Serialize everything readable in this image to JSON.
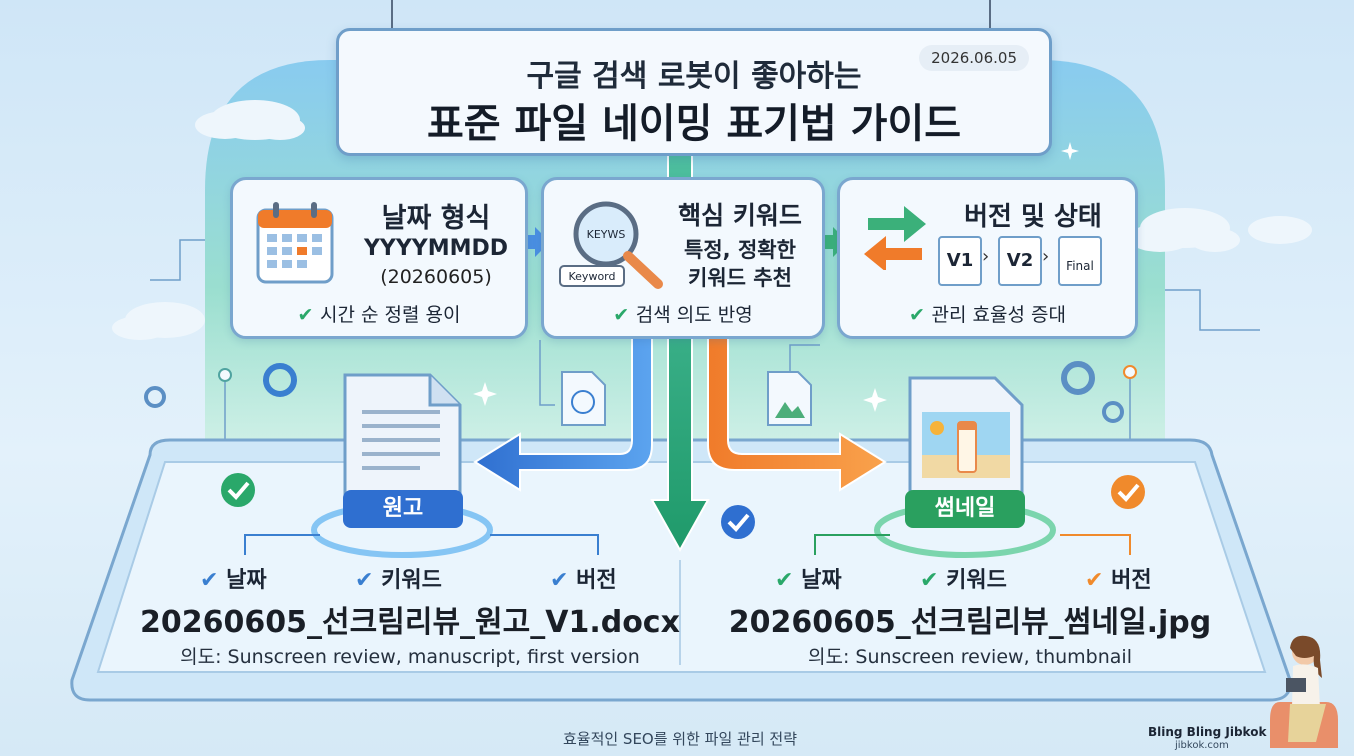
{
  "header": {
    "title_line1": "구글 검색 로봇이 좋아하는",
    "title_line2": "표준 파일 네이밍 표기법 가이드",
    "date": "2026.06.05"
  },
  "cards": [
    {
      "title": "날짜 형식",
      "line1": "YYYYMMDD",
      "line2": "(20260605)",
      "check": "시간 순 정렬 용이"
    },
    {
      "title": "핵심 키워드",
      "line1": "특정, 정확한",
      "line2": "키워드 추천",
      "check": "검색 의도 반영",
      "lens_text": "KEYWS",
      "tag_text": "Keyword"
    },
    {
      "title": "버전 및 상태",
      "v1": "V1",
      "v2": "V2",
      "final": "Final",
      "check": "관리 효율성 증대"
    }
  ],
  "left": {
    "label": "원고",
    "checks": [
      "날짜",
      "키워드",
      "버전"
    ],
    "filename": "20260605_선크림리뷰_원고_V1.docx",
    "intent": "의도: Sunscreen review, manuscript, first version"
  },
  "right": {
    "label": "썸네일",
    "checks": [
      "날짜",
      "키워드",
      "버전"
    ],
    "filename": "20260605_선크림리뷰_썸네일.jpg",
    "intent": "의도: Sunscreen review, thumbnail"
  },
  "footer": {
    "strategy": "효율적인 SEO를 위한 파일 관리 전략",
    "brand": "Bling Bling Jibkok",
    "brand_url": "jibkok.com"
  },
  "icons": [
    "calendar-icon",
    "magnifier-icon",
    "version-arrows-icon",
    "document-icon",
    "image-file-icon",
    "gear-icon",
    "check-circle-icon",
    "cloud-icon"
  ],
  "colors": {
    "blue": "#2f6fd0",
    "green": "#2aa05f",
    "orange": "#f08a2c",
    "card_border": "#7aa7cf"
  }
}
